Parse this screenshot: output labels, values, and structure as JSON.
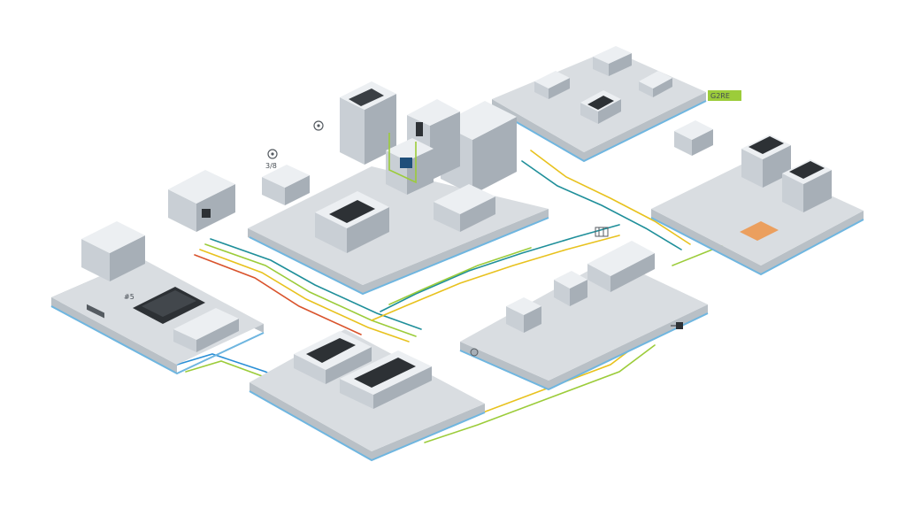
{
  "colors": {
    "background": "#ffffff",
    "platform_top": "#d9dde1",
    "platform_side": "#b9c0c6",
    "platform_edge": "#6fb6e0",
    "device_top": "#eceff2",
    "device_left": "#c9cfd5",
    "device_right": "#a7afb7",
    "dark_panel": "#2d3135",
    "cable_green": "#9ccc3a",
    "cable_yellow": "#e8c21e",
    "cable_teal": "#1f8f9a",
    "cable_red": "#d9532c",
    "cable_blue": "#2a8fd6",
    "accent_orange": "#f08a32"
  },
  "labels": {
    "top_right_tag": "G2RE",
    "device_plate": "#5",
    "module_mark": "3/8"
  },
  "icons": [
    "gear-icon",
    "gear-icon",
    "terminal-block-icon",
    "network-plug-icon",
    "sensor-icon"
  ]
}
